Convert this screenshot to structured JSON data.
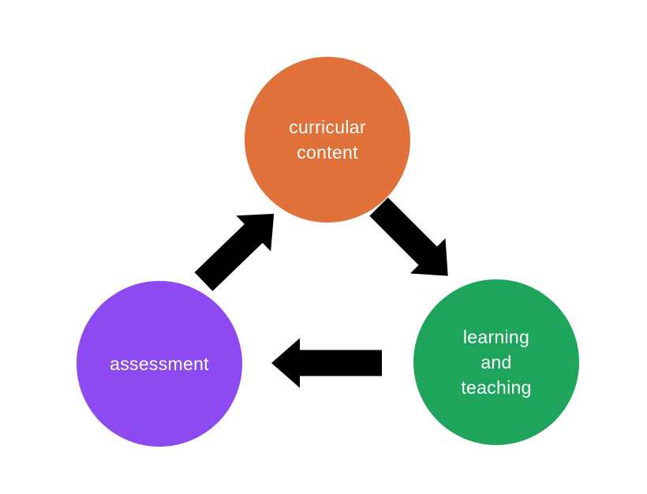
{
  "diagram": {
    "background_color": "#ffffff",
    "text_color": "#ffffff",
    "arrow_color": "#000000",
    "nodes": [
      {
        "id": "curricular-content",
        "label": "curricular\ncontent",
        "color": "#e0713a"
      },
      {
        "id": "learning-and-teaching",
        "label": "learning\nand\nteaching",
        "color": "#1fa45c"
      },
      {
        "id": "assessment",
        "label": "assessment",
        "color": "#8c4af0"
      }
    ],
    "arrows": [
      {
        "id": "content-to-teaching",
        "from": "curricular-content",
        "to": "learning-and-teaching",
        "direction": "southeast",
        "color": "#000000"
      },
      {
        "id": "teaching-to-assessment",
        "from": "learning-and-teaching",
        "to": "assessment",
        "direction": "west",
        "color": "#000000"
      },
      {
        "id": "assessment-to-content",
        "from": "assessment",
        "to": "curricular-content",
        "direction": "northeast",
        "color": "#000000"
      }
    ]
  }
}
